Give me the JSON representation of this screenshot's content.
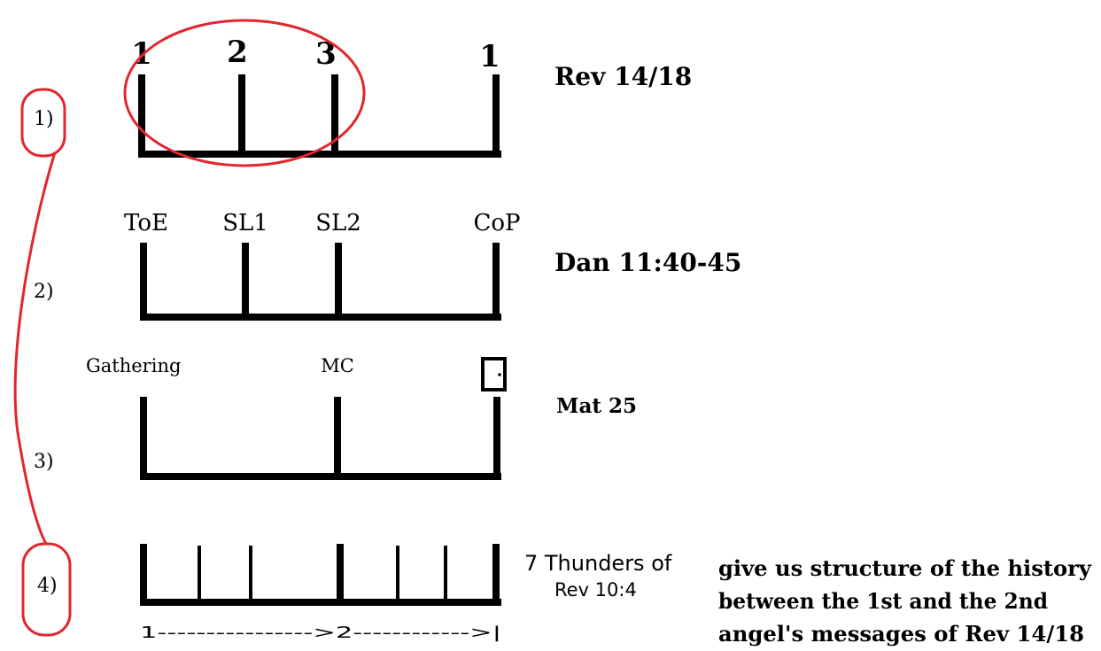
{
  "timelines": [
    {
      "number": "1)",
      "labels": [
        "1",
        "2",
        "3",
        "1"
      ],
      "reference": "Rev 14/18"
    },
    {
      "number": "2)",
      "labels": [
        "ToE",
        "SL1",
        "SL2",
        "CoP"
      ],
      "reference": "Dan 11:40-45"
    },
    {
      "number": "3)",
      "labels": [
        "Gathering",
        "MC"
      ],
      "reference": "Mat 25"
    },
    {
      "number": "4)",
      "reference_lines": [
        "7 Thunders of",
        "Rev 10:4"
      ],
      "axis_text": "1---------------->2------------>|"
    }
  ],
  "note": {
    "lines": [
      "give us structure of the history",
      "between the 1st and the 2nd",
      "angel's messages of Rev 14/18"
    ]
  },
  "colors": {
    "ink": "#000000",
    "highlight": "#e3262e"
  }
}
